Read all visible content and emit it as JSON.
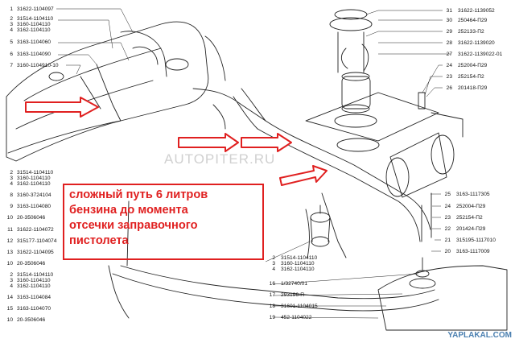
{
  "left_labels_top": [
    {
      "num": "1",
      "code": "31622-1104097"
    },
    {
      "num": "2",
      "code": "31514-1104110"
    },
    {
      "num": "3",
      "code": "3160-1104110"
    },
    {
      "num": "4",
      "code": "3162-1104110"
    },
    {
      "num": "5",
      "code": "3163-1104060"
    },
    {
      "num": "6",
      "code": "3163-1104090"
    },
    {
      "num": "7",
      "code": "3160-1104910-10"
    }
  ],
  "left_labels_bottom": [
    {
      "num": "2",
      "code": "31514-1104110"
    },
    {
      "num": "3",
      "code": "3160-1104110"
    },
    {
      "num": "4",
      "code": "3162-1104110"
    },
    {
      "num": "8",
      "code": "3160-3724104"
    },
    {
      "num": "9",
      "code": "3163-1104080"
    },
    {
      "num": "10",
      "code": "20-3506046"
    },
    {
      "num": "11",
      "code": "31622-1104072"
    },
    {
      "num": "12",
      "code": "315177-1104074"
    },
    {
      "num": "13",
      "code": "31622-1104095"
    },
    {
      "num": "10",
      "code": "20-3506046"
    },
    {
      "num": "2",
      "code": "31514-1104110"
    },
    {
      "num": "3",
      "code": "3160-1104110"
    },
    {
      "num": "4",
      "code": "3162-1104110"
    },
    {
      "num": "14",
      "code": "3163-1104084"
    },
    {
      "num": "15",
      "code": "3163-1104070"
    },
    {
      "num": "10",
      "code": "20-3506046"
    }
  ],
  "right_labels_top": [
    {
      "num": "31",
      "code": "31622-1139052"
    },
    {
      "num": "30",
      "code": "250464-П29"
    },
    {
      "num": "29",
      "code": "252133-П2"
    },
    {
      "num": "28",
      "code": "31622-1139020"
    },
    {
      "num": "27",
      "code": "31622-1139022-01"
    },
    {
      "num": "24",
      "code": "252004-П29"
    },
    {
      "num": "23",
      "code": "252154-П2"
    },
    {
      "num": "26",
      "code": "201418-П29"
    }
  ],
  "right_labels_bottom": [
    {
      "num": "25",
      "code": "3163-1117305"
    },
    {
      "num": "24",
      "code": "252004-П29"
    },
    {
      "num": "23",
      "code": "252154-П2"
    },
    {
      "num": "22",
      "code": "201424-П29"
    },
    {
      "num": "21",
      "code": "315195-1117010"
    },
    {
      "num": "20",
      "code": "3163-1117009"
    }
  ],
  "mid_labels": [
    {
      "num": "2",
      "code": "31514-1104110"
    },
    {
      "num": "3",
      "code": "3160-1104110"
    },
    {
      "num": "4",
      "code": "3162-1104110"
    },
    {
      "num": "16",
      "code": "1/32740/01"
    },
    {
      "num": "17",
      "code": "293196-П"
    },
    {
      "num": "18",
      "code": "31601-1104015"
    },
    {
      "num": "19",
      "code": "452-1104022"
    }
  ],
  "annotation": {
    "lines": [
      "сложный путь 6 литров",
      "бензина до момента",
      "отсечки заправочного",
      "пистолета"
    ],
    "color": "#e02020"
  },
  "watermark": "AUTOPITER.RU",
  "site_mark": "YAPLAKAL.COM",
  "colors": {
    "arrow": "#e02020",
    "line": "#222222",
    "site": "#4a7fb0"
  }
}
